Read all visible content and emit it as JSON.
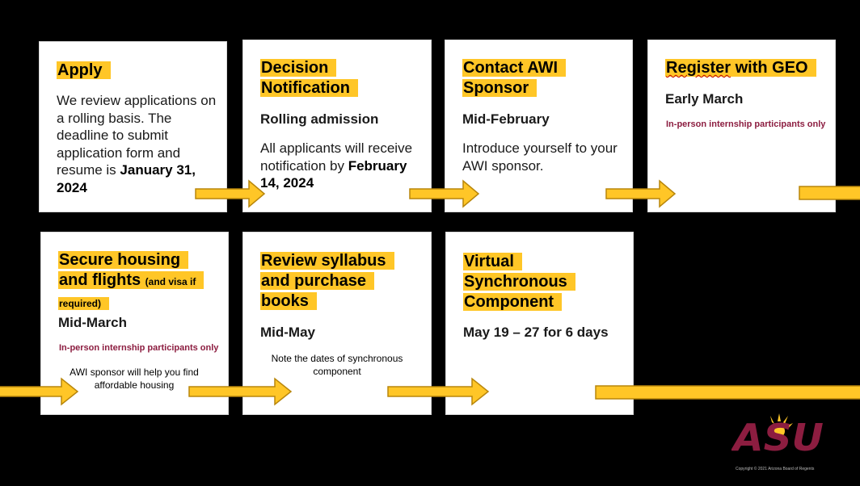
{
  "steps": [
    {
      "title": "Apply",
      "body_text": "We review applications on a rolling basis. The deadline to submit application form and resume is ",
      "body_bold": "January 31, 2024"
    },
    {
      "title_line1": "Decision",
      "title_line2": "Notification",
      "subtitle": "Rolling admission",
      "body_text": "All applicants will receive notification by ",
      "body_bold": "February 14, 2024"
    },
    {
      "title_line1": "Contact AWI",
      "title_line2": "Sponsor",
      "subtitle": "Mid-February",
      "body_text": "Introduce yourself to your AWI sponsor."
    },
    {
      "title_part1": "Register",
      "title_part2": " with GEO",
      "subtitle": "Early March",
      "note": "In-person internship participants only"
    },
    {
      "title_line1": "Secure housing",
      "title_line2": "and flights ",
      "title_small_part1": "(and visa if",
      "title_small_part2": "required)",
      "subtitle": "Mid-March",
      "note": "In-person internship participants only",
      "small_text": "AWI sponsor will help you find affordable housing"
    },
    {
      "title_line1": "Review syllabus",
      "title_line2": "and purchase",
      "title_line3": "books",
      "subtitle": "Mid-May",
      "small_text": "Note the dates of synchronous component"
    },
    {
      "title_line1": "Virtual",
      "title_line2": "Synchronous",
      "title_line3": "Component",
      "subtitle": "May 19 – 27 for 6 days"
    }
  ],
  "logo": {
    "text": "ASU",
    "color": "#8c1d40",
    "sun_color": "#ffc627"
  },
  "copyright": "Copyright © 2021 Arizona Board of Regents",
  "colors": {
    "highlight": "#ffc627",
    "arrow": "#ffc627",
    "arrow_outline": "#b8860b",
    "note": "#8c1d40",
    "background": "#000000"
  }
}
